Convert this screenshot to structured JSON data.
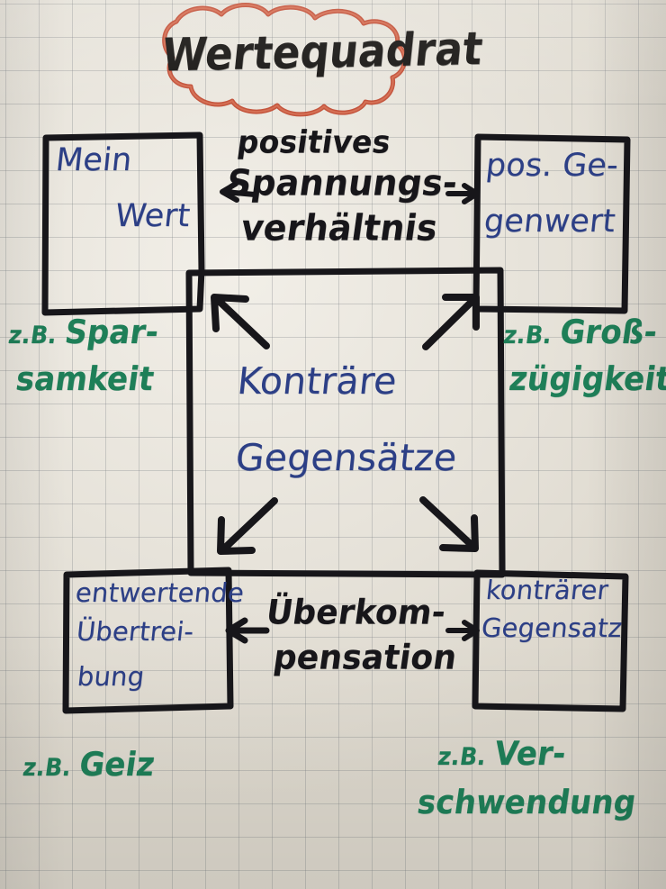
{
  "poster": {
    "title": "Wertequadrat",
    "medium": "hand-drawn flipchart on graph paper",
    "title_outline_color": "#c0482f",
    "title_text_color": "#1c1a18",
    "blue_ink": "#2c3f86",
    "black_ink": "#17161a",
    "green_ink": "#1e7f58",
    "paper_color": "#e9e6de",
    "grid_color": "#787d82"
  },
  "boxes": {
    "top_left": {
      "lines": [
        "Mein",
        "Wert"
      ]
    },
    "top_right": {
      "lines": [
        "pos. Ge-",
        "genwert"
      ]
    },
    "center": {
      "lines": [
        "Konträre",
        "Gegensätze"
      ]
    },
    "bottom_left": {
      "lines": [
        "entwertende",
        "Übertrei-",
        "bung"
      ]
    },
    "bottom_right": {
      "lines": [
        "konträrer",
        "Gegensatz"
      ]
    }
  },
  "connectors": {
    "top": {
      "lines": [
        "positives",
        "Spannungs-",
        "verhältnis"
      ],
      "left_arrow": "←",
      "right_arrow": "→"
    },
    "bottom": {
      "lines": [
        "Überkom-",
        "pensation"
      ],
      "left_arrow": "←",
      "right_arrow": "→"
    }
  },
  "examples": {
    "top_left": {
      "prefix": "z.B.",
      "lines": [
        "Spar-",
        "samkeit"
      ]
    },
    "top_right": {
      "prefix": "z.B.",
      "lines": [
        "Groß-",
        "zügigkeit"
      ]
    },
    "bottom_left": {
      "prefix": "z.B.",
      "lines": [
        "Geiz"
      ]
    },
    "bottom_right": {
      "prefix": "z.B.",
      "lines": [
        "Ver-",
        "schwendung"
      ]
    }
  },
  "diagonal_arrows": {
    "up_left": "arrow-up-left",
    "up_right": "arrow-up-right",
    "down_left": "arrow-down-left",
    "down_right": "arrow-down-right"
  }
}
